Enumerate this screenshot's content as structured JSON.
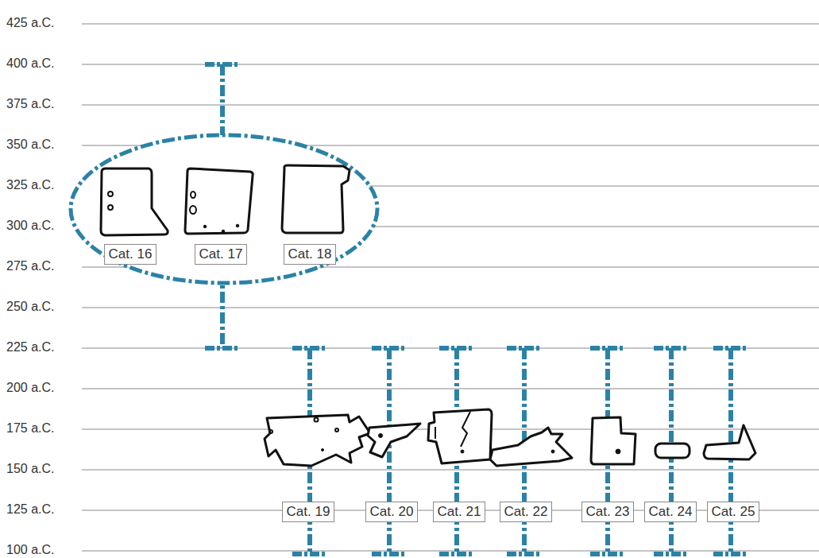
{
  "diagram": {
    "nodes": [
      {
        "text": [
          "Cat. 16"
        ]
      },
      {
        "text": [
          "Cat. 17"
        ]
      },
      {
        "text": [
          "Cat. 18"
        ]
      },
      {
        "text": [
          "Cat. 19"
        ]
      },
      {
        "text": [
          "Cat. 20"
        ]
      },
      {
        "text": [
          "Cat. 21"
        ]
      },
      {
        "text": [
          "Cat. 22"
        ]
      },
      {
        "text": [
          "Cat. 23"
        ]
      },
      {
        "text": [
          "Cat. 24"
        ]
      },
      {
        "text": [
          "Cat. 25"
        ]
      }
    ],
    "labels": [
      "425 a.C.",
      "400 a.C.",
      "375 a.C.",
      "350 a.C.",
      "325 a.C.",
      "300 a.C.",
      "275 a.C.",
      "250 a.C.",
      "225 a.C.",
      "200 a.C.",
      "175 a.C.",
      "150 a.C.",
      "125 a.C.",
      "100 a.C."
    ]
  }
}
